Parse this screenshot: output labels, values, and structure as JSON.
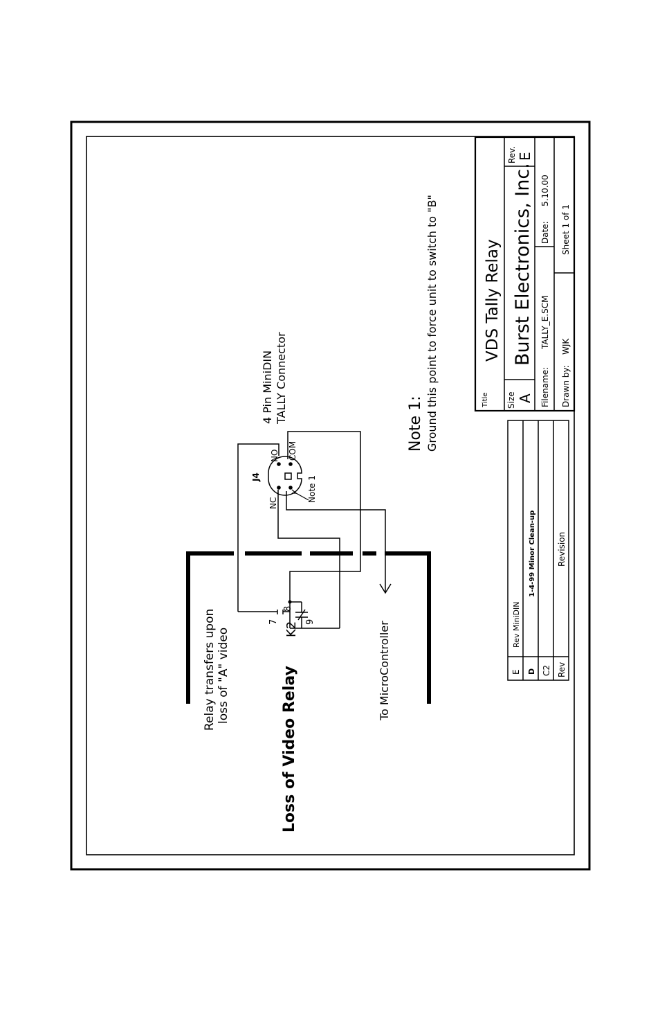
{
  "main": {
    "heading": "Loss of Video Relay",
    "relay_note_line1": "Relay transfers upon",
    "relay_note_line2": "loss of \"A\" video",
    "to_micro": "To MicroController"
  },
  "relay": {
    "ref": "K2",
    "pin7": "7",
    "pin8": "8",
    "pin9": "9"
  },
  "connector": {
    "ref": "J4",
    "desc_line1": "4 Pin MiniDIN",
    "desc_line2": "TALLY Connector",
    "nc": "NC",
    "no": "NO",
    "com": "COM",
    "note_ref": "Note 1"
  },
  "note": {
    "title": "Note 1:",
    "text": "Ground this point to force unit to switch to \"B\""
  },
  "title_block": {
    "title_label": "Title",
    "title": "VDS Tally Relay",
    "size_label": "Size",
    "size": "A",
    "company": "Burst Electronics, Inc.",
    "rev_label": "Rev.",
    "rev": "E",
    "filename_label": "Filename:",
    "filename": "TALLY_E.SCM",
    "date_label": "Date:",
    "date": "5.10.00",
    "drawn_label": "Drawn by:",
    "drawn": "WJK",
    "sheet": "Sheet  1  of 1"
  },
  "revisions": {
    "rows": [
      {
        "rev": "E",
        "desc": "Rev MiniDIN"
      },
      {
        "rev": "D",
        "desc": "1-4-99 Minor Clean-up"
      },
      {
        "rev": "C2",
        "desc": ""
      }
    ],
    "header_rev": "Rev",
    "header_desc": "Revision"
  }
}
